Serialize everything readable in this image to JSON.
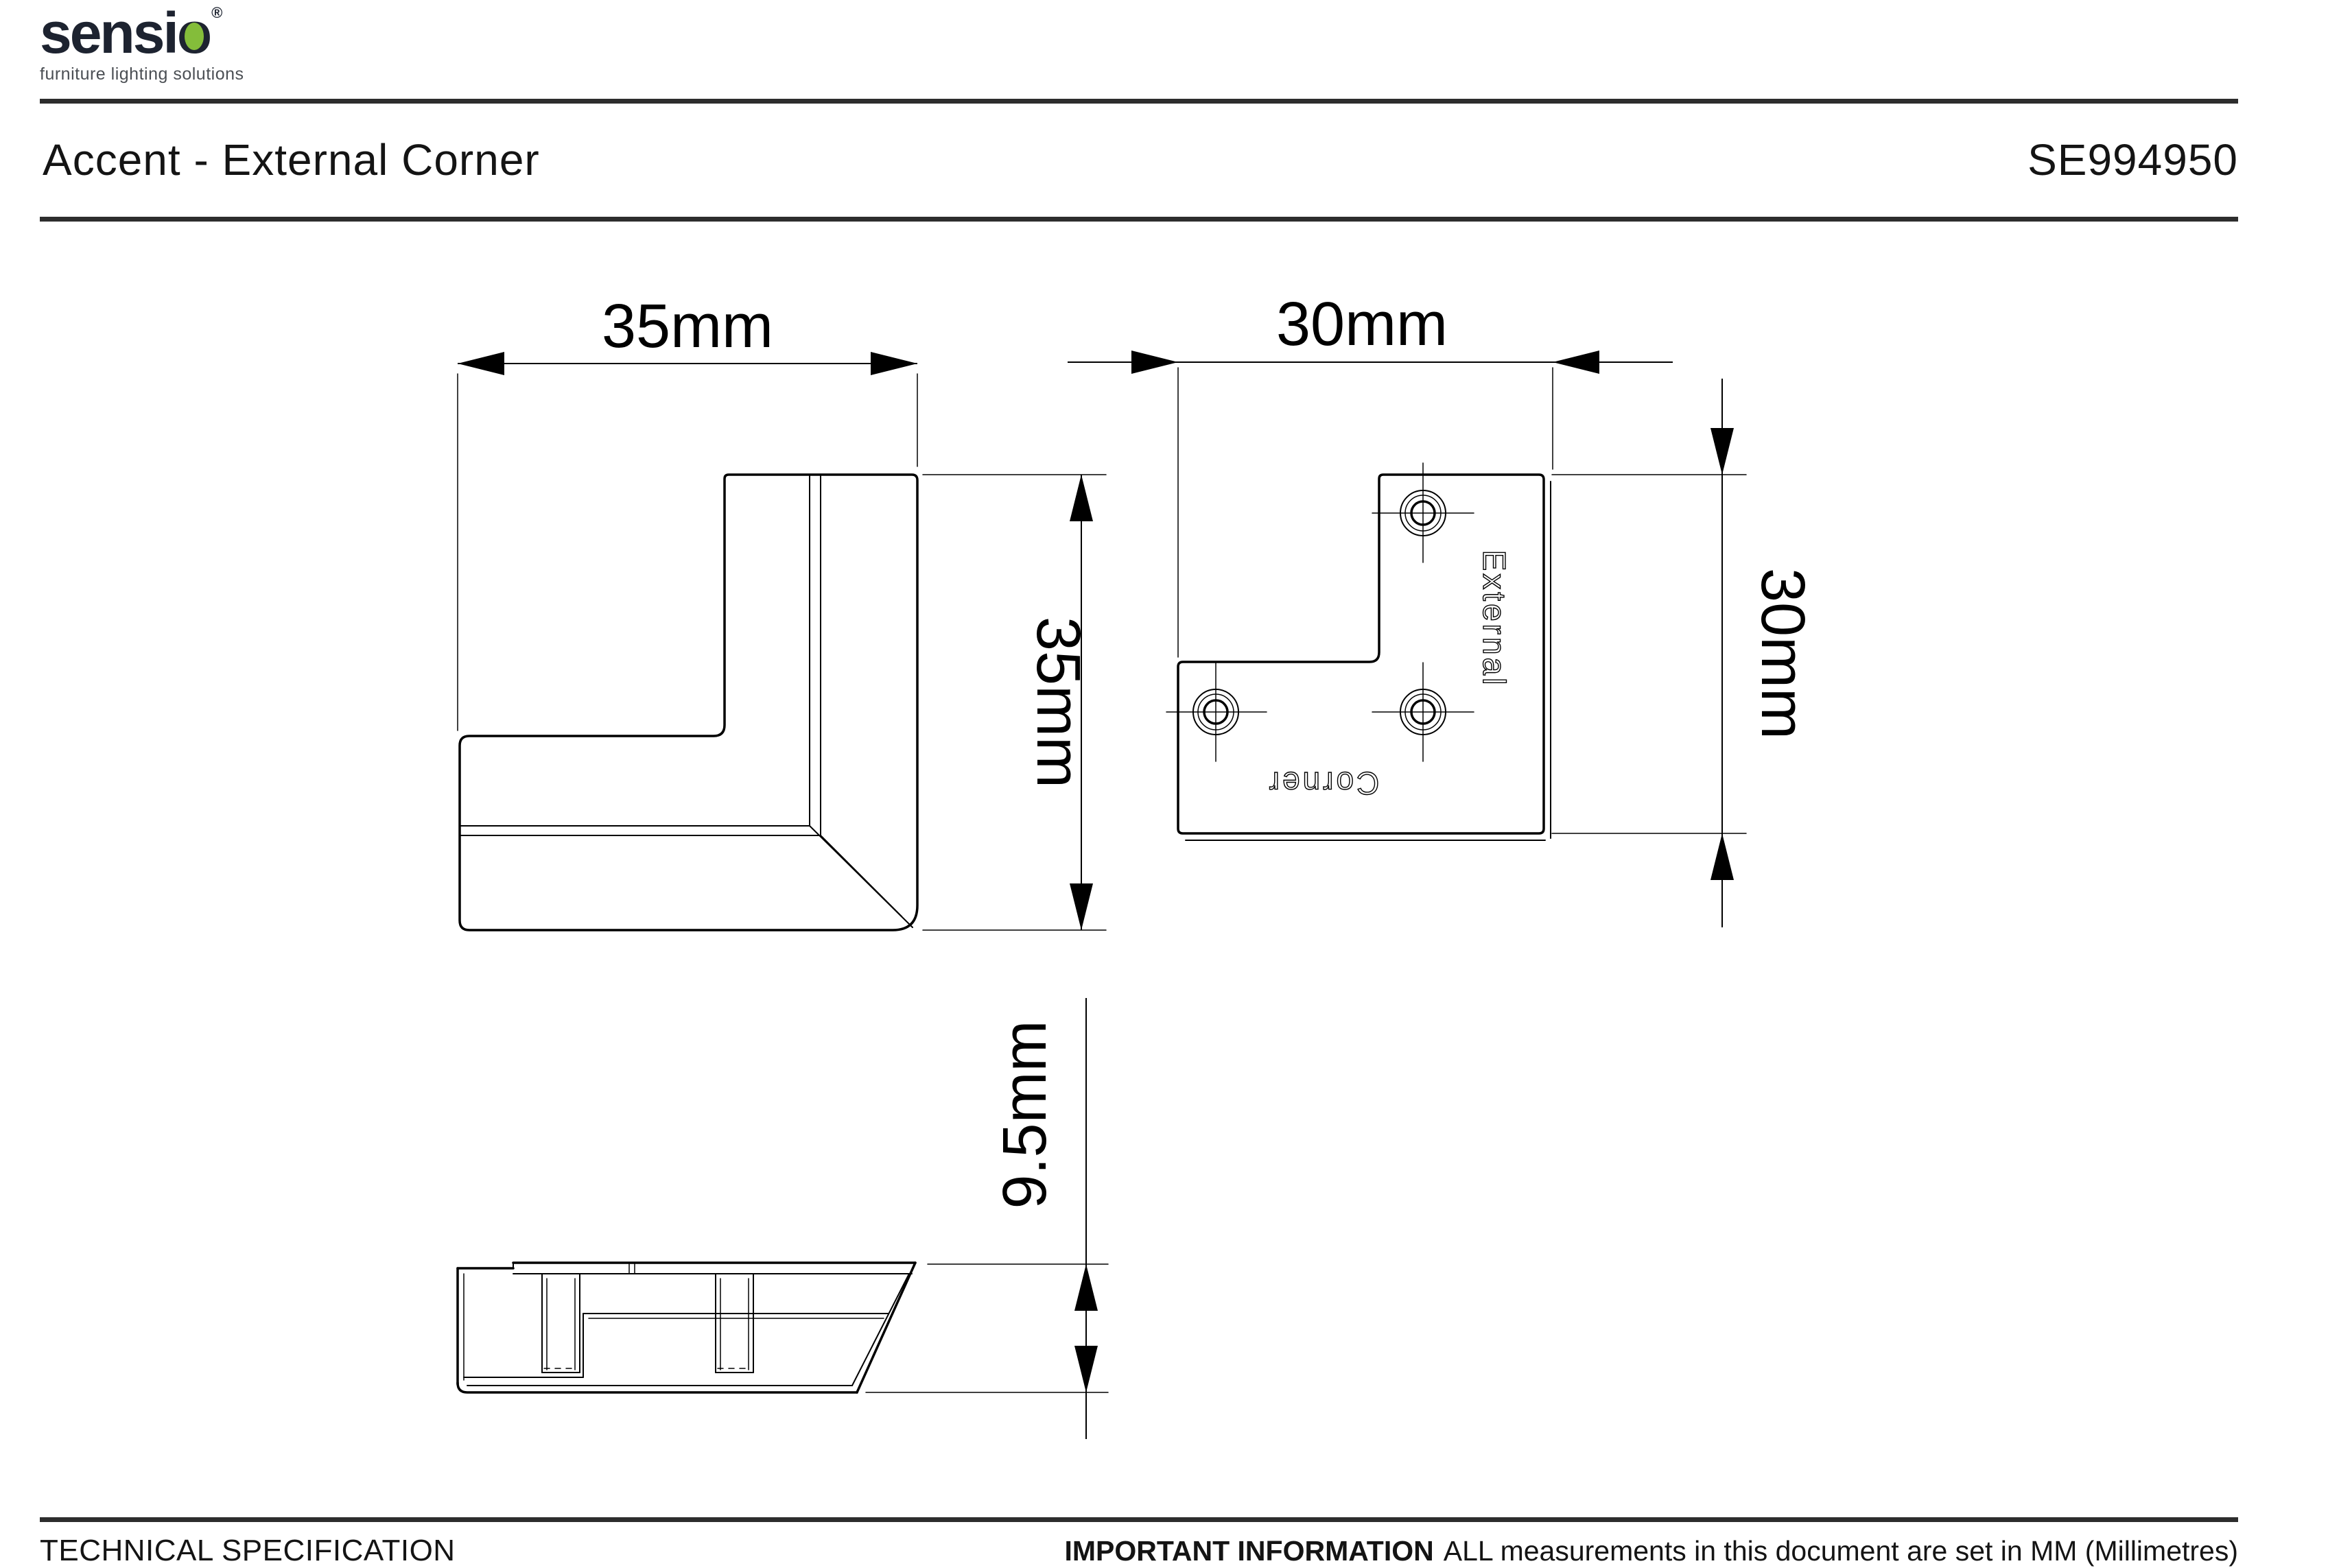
{
  "logo": {
    "brand_leading": "sensi",
    "brand_o": "o",
    "registered": "®",
    "tagline": "furniture lighting solutions"
  },
  "header": {
    "title": "Accent - External Corner",
    "product_code": "SE994950"
  },
  "front_view": {
    "width_label": "35mm",
    "height_label": "35mm"
  },
  "plate_view": {
    "width_label": "30mm",
    "height_label": "30mm",
    "engraving_line1": "External",
    "engraving_line2": "Corner"
  },
  "side_view": {
    "height_label": "9.5mm"
  },
  "footer": {
    "left": "TECHNICAL SPECIFICATION",
    "right_bold": "IMPORTANT INFORMATION",
    "right_text": "ALL measurements in this document are set in MM (Millimetres)"
  },
  "colors": {
    "ink": "#1a1a1a",
    "line": "#000000",
    "accent_green": "#84bd3a",
    "logo_navy": "#1d2330",
    "rule_grey": "#2d2d2d"
  }
}
